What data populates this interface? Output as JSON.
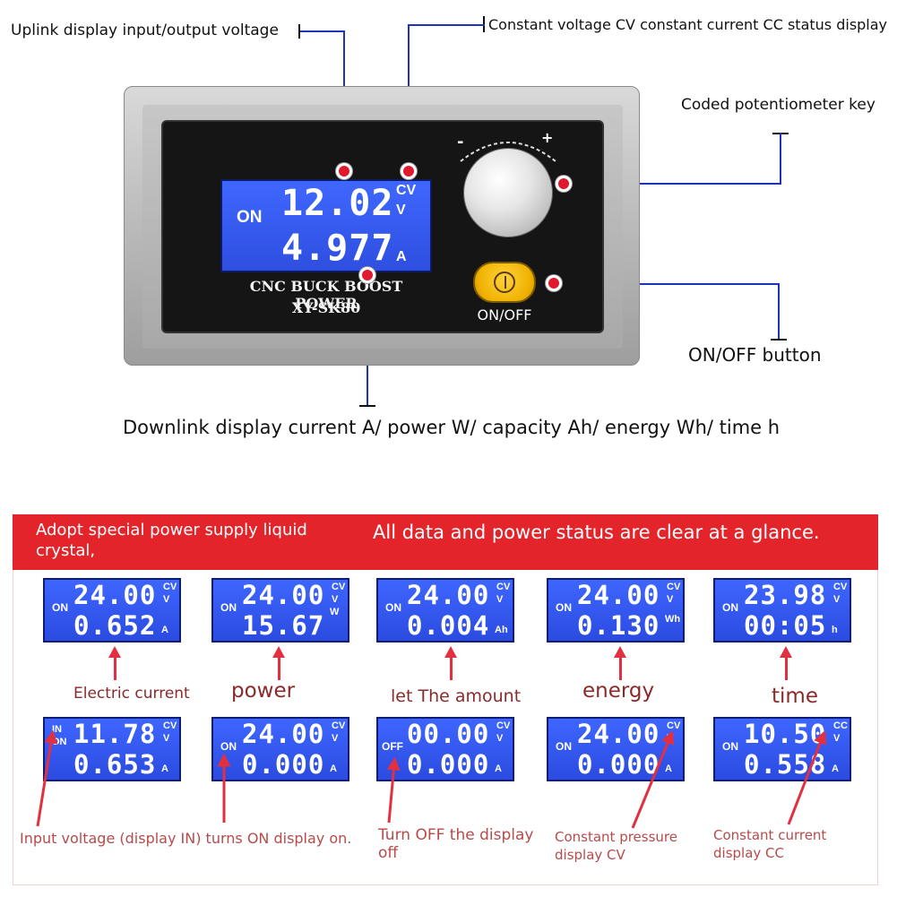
{
  "callouts": {
    "uplink": "Uplink display input/output voltage",
    "cvcc": "Constant voltage CV constant current CC status display",
    "potentiometer": "Coded potentiometer key",
    "onoff": "ON/OFF button",
    "downlink": "Downlink display current A/ power W/ capacity Ah/ energy Wh/ time h"
  },
  "device": {
    "lcd_on": "ON",
    "lcd_voltage": "12.02",
    "lcd_cv": "CV",
    "lcd_v": "V",
    "lcd_current": "4.977",
    "lcd_a": "A",
    "model_line1": "CNC BUCK BOOST POWER",
    "model_line2": "XY-SK80",
    "knob_minus": "-",
    "knob_plus": "+",
    "onoff_label": "ON/OFF"
  },
  "banner": {
    "left": "Adopt special power supply liquid crystal,",
    "right": "All data and power status are clear at a glance."
  },
  "row1": [
    {
      "state": "ON",
      "top": "24.00",
      "u_top1": "CV",
      "u_top2": "V",
      "bottom": "0.652",
      "u_bottom": "A",
      "label": "Electric current"
    },
    {
      "state": "ON",
      "top": "24.00",
      "u_top1": "CV",
      "u_top2": "V",
      "bottom": "15.67",
      "u_bottom": "W",
      "label": "power"
    },
    {
      "state": "ON",
      "top": "24.00",
      "u_top1": "CV",
      "u_top2": "V",
      "bottom": "0.004",
      "u_bottom": "Ah",
      "label": "let The amount"
    },
    {
      "state": "ON",
      "top": "24.00",
      "u_top1": "CV",
      "u_top2": "V",
      "bottom": "0.130",
      "u_bottom": "Wh",
      "label": "energy"
    },
    {
      "state": "ON",
      "top": "23.98",
      "u_top1": "CV",
      "u_top2": "V",
      "bottom": "00:05",
      "u_bottom": "h",
      "label": "time"
    }
  ],
  "row2": [
    {
      "state_in": "IN",
      "state": "ON",
      "top": "11.78",
      "u_top1": "CV",
      "u_top2": "V",
      "bottom": "0.653",
      "u_bottom": "A",
      "caption": "Input voltage (display IN) turns ON display on."
    },
    {
      "state": "ON",
      "top": "24.00",
      "u_top1": "CV",
      "u_top2": "V",
      "bottom": "0.000",
      "u_bottom": "A",
      "caption": ""
    },
    {
      "state": "OFF",
      "top": "00.00",
      "u_top1": "CV",
      "u_top2": "V",
      "bottom": "0.000",
      "u_bottom": "A",
      "caption": "Turn OFF the display off"
    },
    {
      "state": "ON",
      "top": "24.00",
      "u_top1": "CV",
      "u_top2": "V",
      "bottom": "0.000",
      "u_bottom": "A",
      "caption": "Constant pressure display CV"
    },
    {
      "state": "ON",
      "top": "10.50",
      "u_top1": "CC",
      "u_top2": "V",
      "bottom": "0.558",
      "u_bottom": "A",
      "caption": "Constant current display CC"
    }
  ]
}
